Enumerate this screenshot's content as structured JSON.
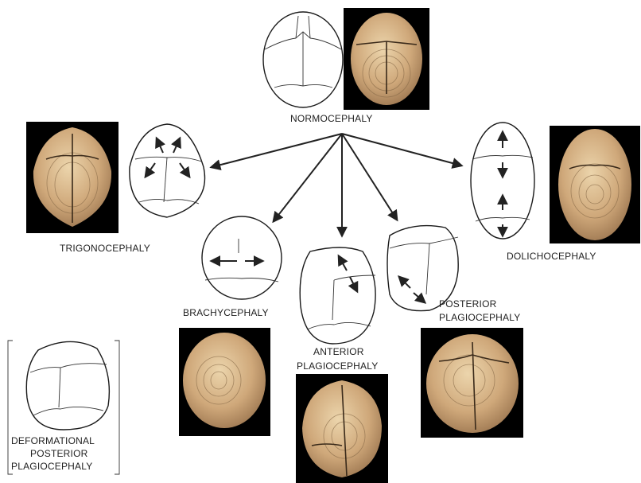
{
  "labels": {
    "normocephaly": "NORMOCEPHALY",
    "trigonocephaly": "TRIGONOCEPHALY",
    "dolichocephaly": "DOLICHOCEPHALY",
    "brachycephaly": "BRACHYCEPHALY",
    "anterior_plagiocephaly": [
      "ANTERIOR",
      "PLAGIOCEPHALY"
    ],
    "posterior_plagiocephaly": [
      "POSTERIOR",
      "PLAGIOCEPHALY"
    ],
    "deformational_posterior_plagiocephaly": [
      "DEFORMATIONAL",
      "POSTERIOR",
      "PLAGIOCEPHALY"
    ]
  },
  "colors": {
    "bone_light": "#e8cfa4",
    "bone_mid": "#c9a374",
    "bone_dark": "#9c7650",
    "photo_background": "#000000",
    "line": "#222222"
  }
}
